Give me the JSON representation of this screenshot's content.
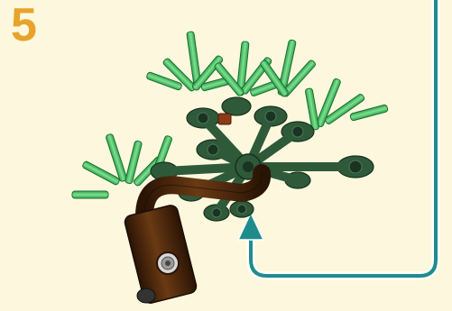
{
  "step": {
    "number": "5"
  },
  "colors": {
    "background": "#fdf8dd",
    "step_number": "#e8a32c",
    "callout_outline": "#1f8c8c",
    "leaf_green": "#3fbf61",
    "dark_green": "#2d4f36",
    "trunk_brown": "#4a2a10"
  },
  "icons": {
    "callout": "callout-frame",
    "arrow": "arrow-up-icon",
    "model": "lego-tree-branch-model"
  }
}
